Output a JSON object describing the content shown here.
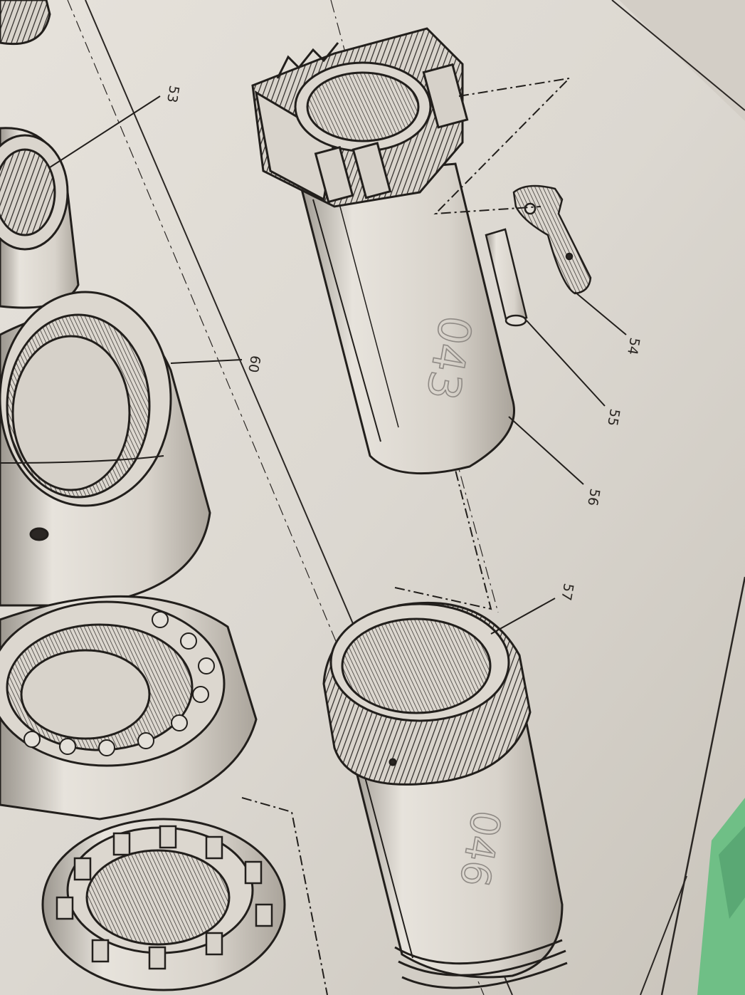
{
  "callouts": {
    "c53": "53",
    "c54": "54",
    "c55": "55",
    "c56": "56",
    "c57": "57",
    "c60": "60"
  },
  "handwritten_marks": {
    "sleeve_mark": "043",
    "bushing_mark": "046"
  }
}
